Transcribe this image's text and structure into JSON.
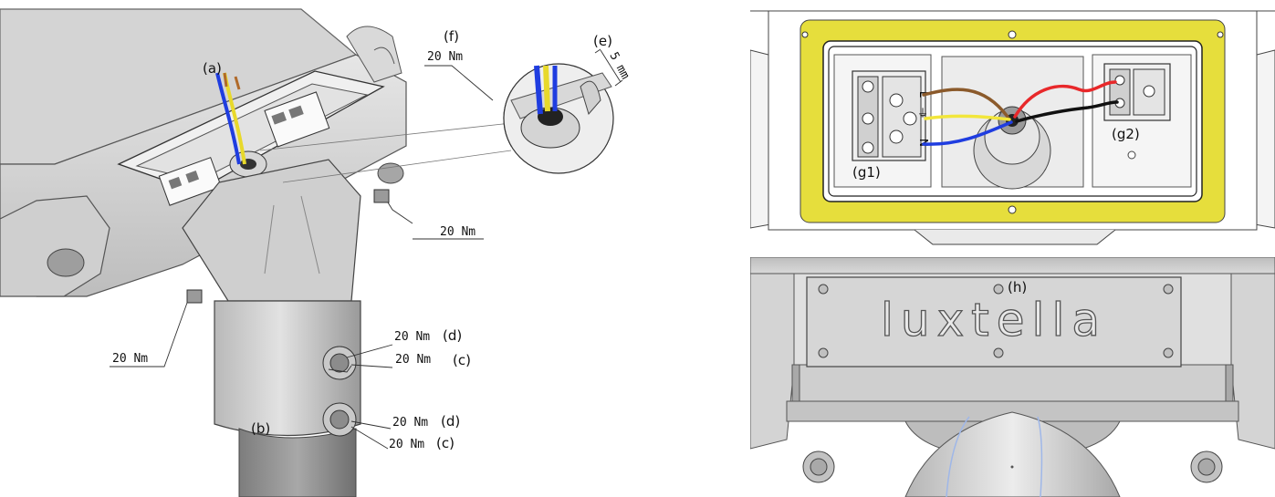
{
  "left_panel": {
    "labels": {
      "a": "(a)",
      "b": "(b)",
      "c_top": "(c)",
      "c_bottom": "(c)",
      "d_top": "(d)",
      "d_bottom": "(d)",
      "e": "(e)",
      "f": "(f)"
    },
    "torque_values": {
      "f": "20 Nm",
      "right_bracket": "20 Nm",
      "left_bracket": "20 Nm",
      "d_top": "20 Nm",
      "c_top": "20 Nm",
      "d_bottom": "20 Nm",
      "c_bottom": "20 Nm"
    },
    "strip_length": "5 mm"
  },
  "wiring_panel": {
    "labels": {
      "g1": "(g1)",
      "g2": "(g2)"
    },
    "terminal_marks": {
      "live": "L",
      "earth": "⏚",
      "neutral": "N"
    },
    "wire_colors": {
      "brown": "#8b5a2b",
      "yellow": "#f2e63b",
      "blue": "#1f3de0",
      "red": "#e8282a",
      "black": "#111111",
      "gasket": "#e6de3c"
    }
  },
  "logo_panel": {
    "label_h": "(h)",
    "brand": "luxtella"
  }
}
